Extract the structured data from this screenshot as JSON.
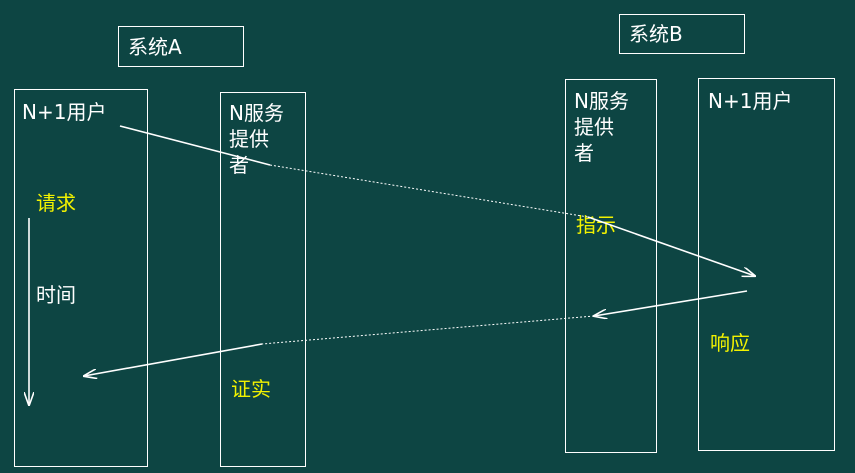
{
  "system_a": {
    "title": "系统A",
    "user_column": "N+1用户",
    "provider_column": "N服务\n提供\n者",
    "request_label": "请求",
    "time_label": "时间",
    "verify_label": "证实"
  },
  "system_b": {
    "title": "系统B",
    "provider_column": "N服务\n提供\n者",
    "user_column": "N+1用户",
    "indication_label": "指示",
    "response_label": "响应"
  },
  "colors": {
    "background": "#0d4543",
    "line": "#ffffff",
    "highlight_text": "#f2f200"
  }
}
